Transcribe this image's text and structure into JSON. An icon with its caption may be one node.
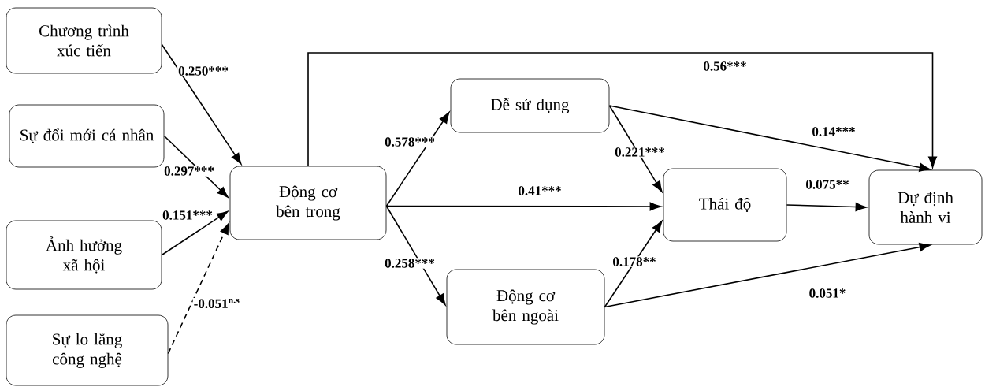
{
  "diagram": {
    "nodes": [
      {
        "text": [
          "Chương trình xúc tiến"
        ]
      },
      {
        "text": [
          "Sự đổi mới cá nhân"
        ]
      },
      {
        "text": [
          "Ảnh hưởng xã hội"
        ]
      },
      {
        "text": [
          "Sự lo lắng công nghệ"
        ]
      },
      {
        "text": [
          "Động cơ bên trong"
        ]
      },
      {
        "text": [
          "Dễ sử dụng"
        ]
      },
      {
        "text": [
          "Động cơ bên ngoài"
        ]
      },
      {
        "text": [
          "Thái độ"
        ]
      },
      {
        "text": [
          "Dự định hành vi"
        ]
      }
    ],
    "edges": [
      {
        "from": 0,
        "to": 4,
        "arrow": "to",
        "label": "0.250***"
      },
      {
        "from": 1,
        "to": 4,
        "arrow": "to",
        "label": "0.297***"
      },
      {
        "from": 2,
        "to": 4,
        "arrow": "to",
        "label": "0.151***"
      },
      {
        "from": 3,
        "to": 4,
        "arrow": "to",
        "label": "-0.051$^{n.s}$",
        "style": "dashed"
      },
      {
        "from": 4,
        "to": 8,
        "arrow": "to",
        "label": "0.56***"
      },
      {
        "from": 4,
        "to": 5,
        "arrow": "to",
        "label": "0.578***"
      },
      {
        "from": 4,
        "to": 7,
        "arrow": "to",
        "label": "0.41***"
      },
      {
        "from": 4,
        "to": 6,
        "arrow": "to",
        "label": "0.258***"
      },
      {
        "from": 5,
        "to": 7,
        "arrow": "to",
        "label": "0.221***"
      },
      {
        "from": 6,
        "to": 7,
        "arrow": "to",
        "label": "0.178**"
      },
      {
        "from": 5,
        "to": 8,
        "arrow": "to",
        "label": "0.14***"
      },
      {
        "from": 7,
        "to": 8,
        "arrow": "to",
        "label": "0.075**"
      },
      {
        "from": 6,
        "to": 8,
        "arrow": "to",
        "label": "0.051*"
      }
    ]
  }
}
